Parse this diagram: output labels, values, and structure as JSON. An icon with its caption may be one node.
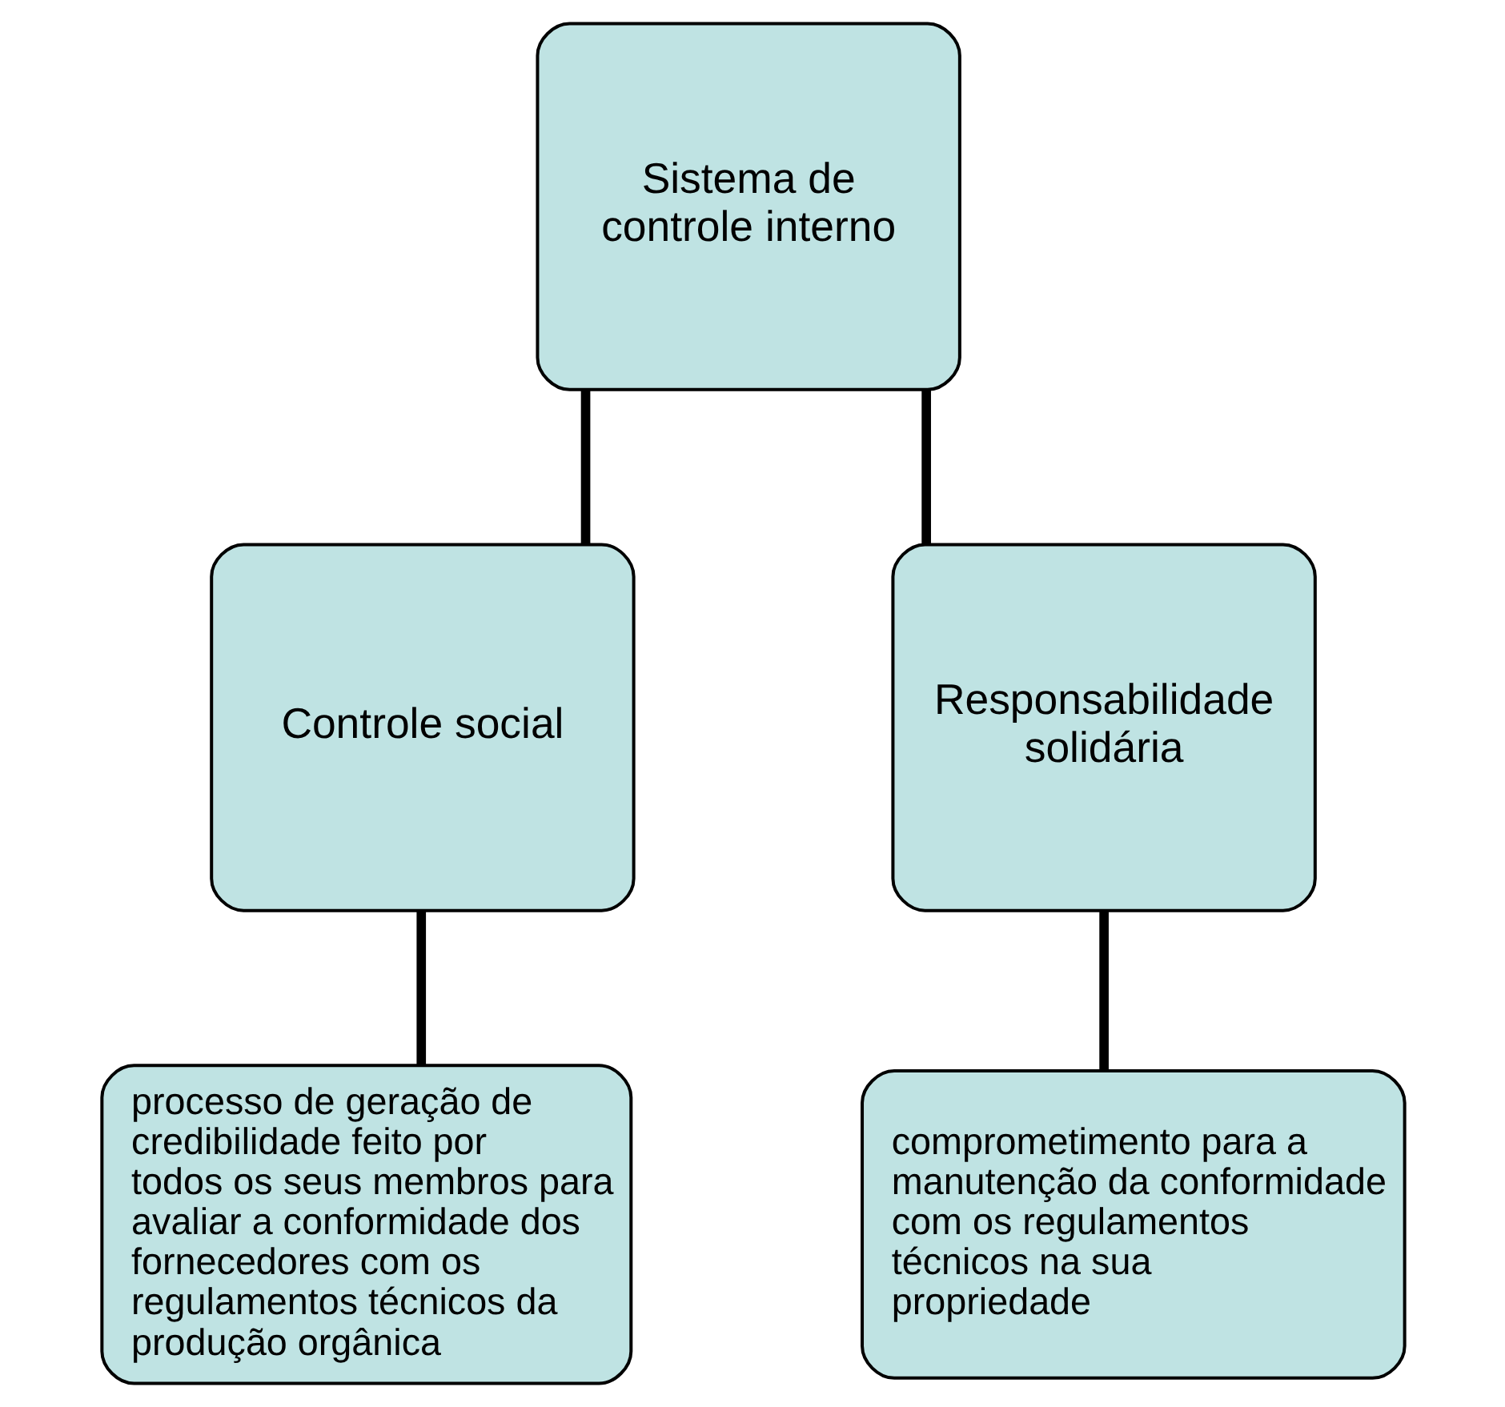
{
  "diagram": {
    "nodes": [
      {
        "text": [
          "Sistema de controle interno"
        ]
      },
      {
        "text": [
          "Controle social"
        ]
      },
      {
        "text": [
          "Responsabilidade solidária"
        ]
      },
      {
        "text": [
          "processo de geração de credibilidade feito por todos os seus membros para avaliar a conformidade dos fornecedores com os regulamentos técnicos da produção orgânica"
        ]
      },
      {
        "text": [
          "comprometimento para a manutenção da conformidade com os regulamentos técnicos na sua propriedade"
        ]
      }
    ],
    "edges": [
      {
        "from": 0,
        "to": 1,
        "arrow": "none"
      },
      {
        "from": 0,
        "to": 2,
        "arrow": "none"
      },
      {
        "from": 1,
        "to": 3,
        "arrow": "none"
      },
      {
        "from": 2,
        "to": 4,
        "arrow": "none"
      }
    ]
  }
}
